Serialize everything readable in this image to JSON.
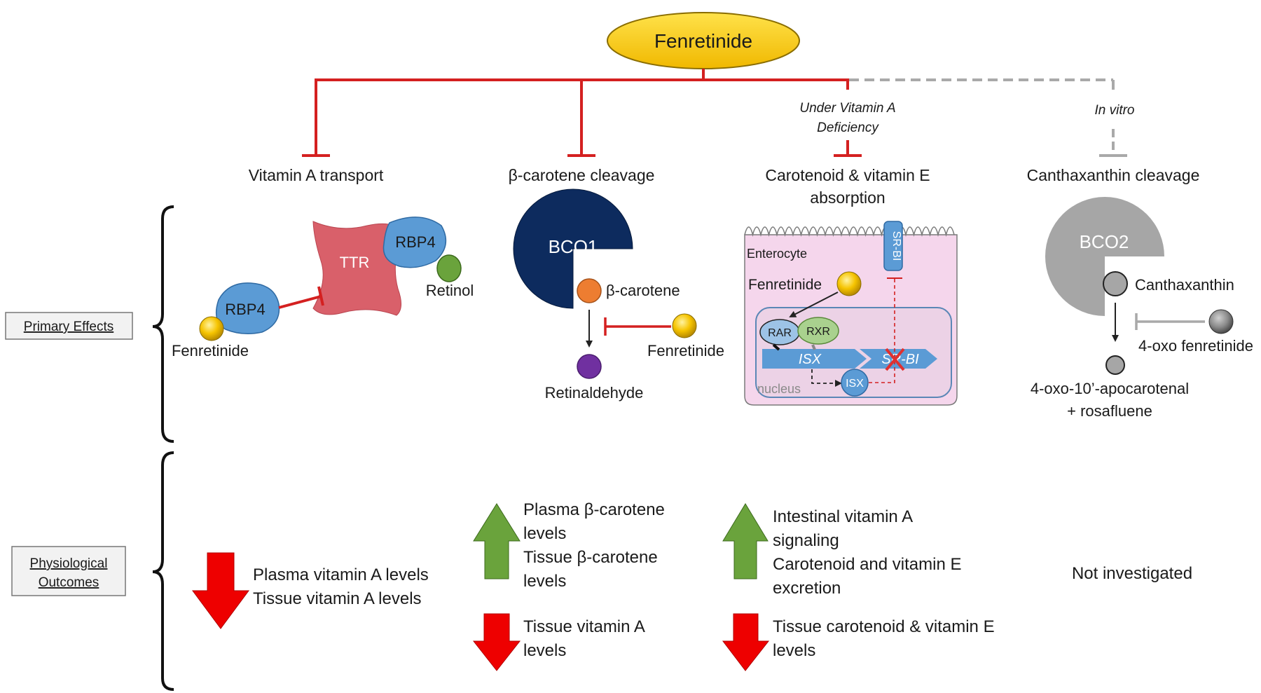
{
  "title": "Fenretinide",
  "conditions": {
    "vad_line1": "Under Vitamin A",
    "vad_line2": "Deficiency",
    "in_vitro": "In vitro"
  },
  "targets": [
    {
      "line1": "Vitamin A transport",
      "line2": ""
    },
    {
      "line1": "β-carotene cleavage",
      "line2": ""
    },
    {
      "line1": "Carotenoid & vitamin E",
      "line2": "absorption"
    },
    {
      "line1": "Canthaxanthin cleavage",
      "line2": ""
    }
  ],
  "row_labels": {
    "primary": "Primary Effects",
    "physio_line1": "Physiological",
    "physio_line2": "Outcomes"
  },
  "panel1": {
    "ttr": "TTR",
    "rbp4_top": "RBP4",
    "retinol": "Retinol",
    "rbp4_left": "RBP4",
    "fenretinide": "Fenretinide"
  },
  "panel2": {
    "bco1": "BCO1",
    "beta_carotene": "β-carotene",
    "retinaldehyde": "Retinaldehyde",
    "fenretinide": "Fenretinide"
  },
  "panel3": {
    "enterocyte": "Enterocyte",
    "srbi_membrane": "SR-BI",
    "fenretinide": "Fenretinide",
    "rar": "RAR",
    "rxr": "RXR",
    "isx_gene": "ISX",
    "srbi_gene": "SR-BI",
    "isx_protein": "ISX",
    "nucleus": "nucleus"
  },
  "panel4": {
    "bco2": "BCO2",
    "canthaxanthin": "Canthaxanthin",
    "oxo_fenretinide": "4-oxo fenretinide",
    "product_line1": "4-oxo-10’-apocarotenal",
    "product_line2": "+ rosafluene"
  },
  "outcomes": {
    "col1": {
      "down_line1": "Plasma vitamin A levels",
      "down_line2": "Tissue vitamin A levels"
    },
    "col2": {
      "up_line1": "Plasma β-carotene",
      "up_line2": "levels",
      "up_line3": "Tissue β-carotene",
      "up_line4": "levels",
      "down_line1": "Tissue vitamin A",
      "down_line2": "levels"
    },
    "col3": {
      "up_line1": "Intestinal vitamin A",
      "up_line2": "signaling",
      "up_line3": "Carotenoid and vitamin E",
      "up_line4": "excretion",
      "down_line1": "Tissue carotenoid & vitamin E",
      "down_line2": "levels"
    },
    "col4": {
      "text": "Not investigated"
    }
  },
  "colors": {
    "inhibit_red": "#d42020",
    "inhibit_grey": "#a9a9a9",
    "up_green": "#6aa33c",
    "down_red": "#ee0000",
    "blue_protein": "#5b9bd5",
    "ttr": "#d9606a",
    "bco1": "#0d2b5e",
    "bco2": "#a6a6a6",
    "fenretinide_gold": "#f6c400",
    "enterocyte_pink": "#f5d6ec"
  }
}
